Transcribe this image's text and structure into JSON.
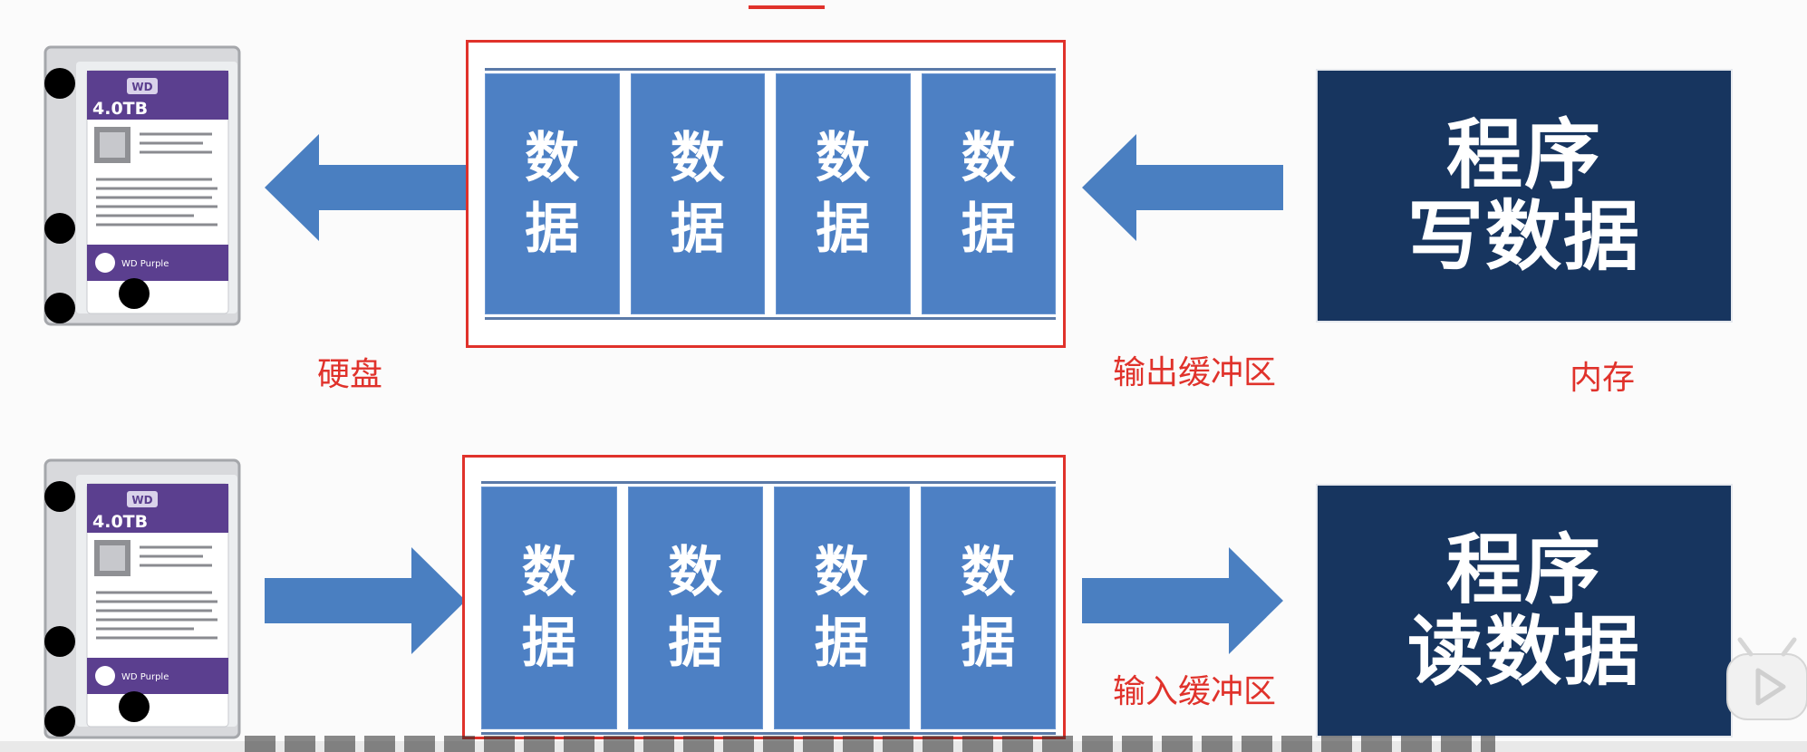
{
  "labels": {
    "disk": "硬盘",
    "output_buffer": "输出缓冲区",
    "memory": "内存",
    "input_buffer": "输入缓冲区"
  },
  "buffer_cell": {
    "line1": "数",
    "line2": "据"
  },
  "write_program": {
    "line1": "程序",
    "line2": "写数据"
  },
  "read_program": {
    "line1": "程序",
    "line2": "读数据"
  },
  "hdd_label": {
    "brand": "WD",
    "capacity": "4.0TB",
    "model": "WD Purple"
  },
  "colors": {
    "cell_blue": "#4d80c4",
    "arrow_blue": "#4a7fc1",
    "program_navy": "#17355f",
    "accent_red": "#e0322b",
    "hdd_purple": "#5b3f8f"
  },
  "icons": {
    "play_badge": "play-icon"
  }
}
